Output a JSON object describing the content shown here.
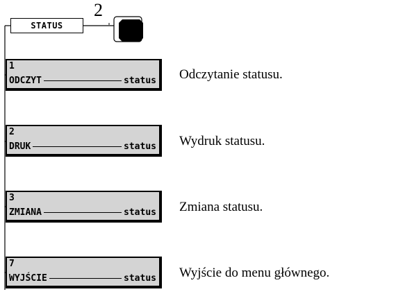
{
  "header": {
    "title": "STATUS",
    "step": "2"
  },
  "items": [
    {
      "num": "1",
      "label": "ODCZYT",
      "suffix": "status",
      "desc": "Odczytanie statusu."
    },
    {
      "num": "2",
      "label": "DRUK",
      "suffix": "status",
      "desc": "Wydruk statusu."
    },
    {
      "num": "3",
      "label": "ZMIANA",
      "suffix": "status",
      "desc": "Zmiana statusu."
    },
    {
      "num": "7",
      "label": "WYJŚCIE",
      "suffix": "status",
      "desc": "Wyjście do menu głównego."
    }
  ],
  "colors": {
    "box_fill": "#d4d4d4",
    "line": "#000000",
    "key_fill": "#000000"
  },
  "icons": {
    "key": "key-button-icon"
  }
}
